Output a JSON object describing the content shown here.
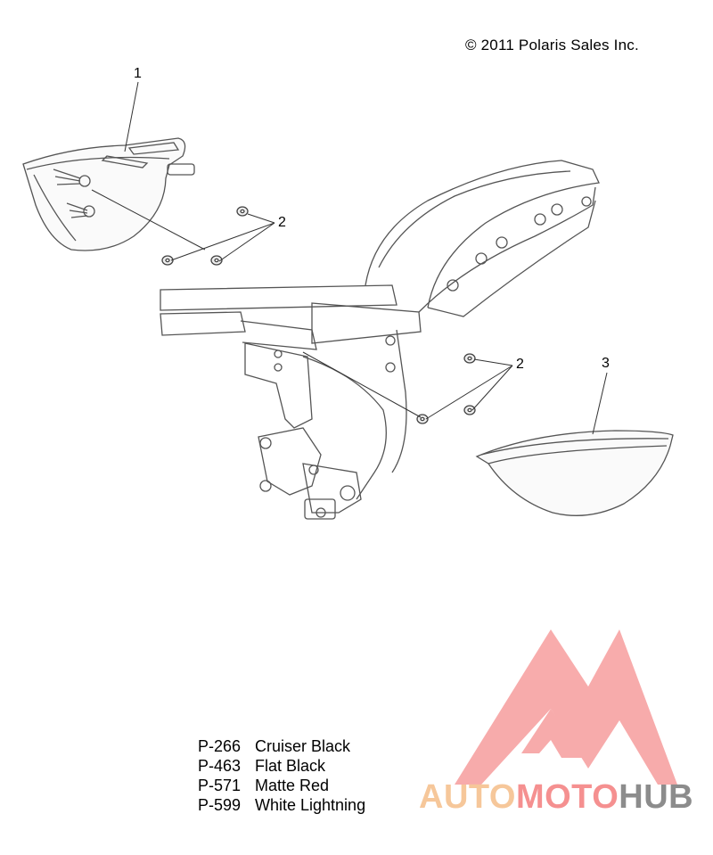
{
  "copyright": "© 2011 Polaris Sales Inc.",
  "callouts": {
    "part1": "1",
    "part2_upper": "2",
    "part2_lower": "2",
    "part3": "3"
  },
  "legend": [
    {
      "code": "P-266",
      "name": "Cruiser Black"
    },
    {
      "code": "P-463",
      "name": "Flat Black"
    },
    {
      "code": "P-571",
      "name": "Matte Red"
    },
    {
      "code": "P-599",
      "name": "White Lightning"
    }
  ],
  "watermark": {
    "part1": "AUTO",
    "part2": "MOTO",
    "part3": "HUB",
    "colors": {
      "auto": "#f6c79a",
      "moto": "#f59090",
      "hub": "#8c8c8c",
      "logo": "#f7a3a3"
    }
  }
}
